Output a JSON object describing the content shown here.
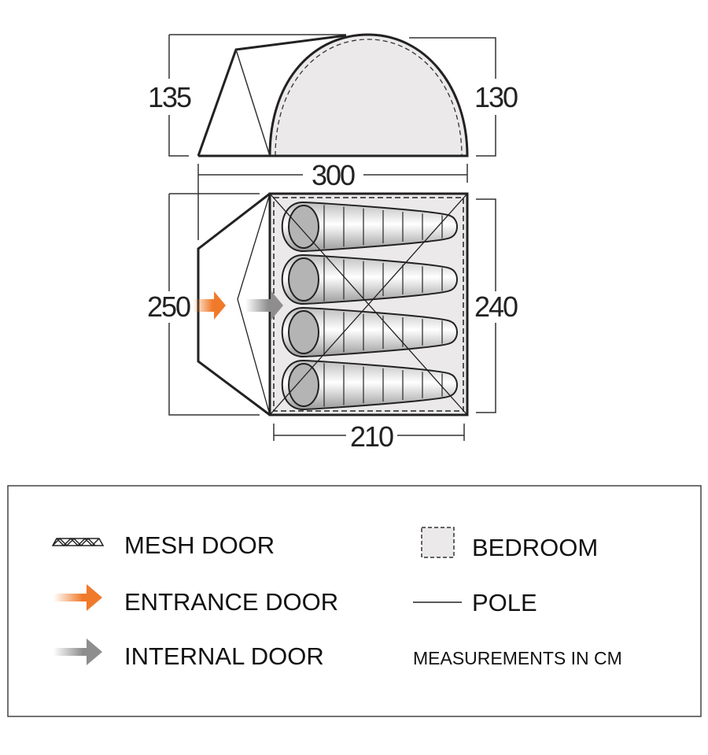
{
  "dimensions": {
    "side_front_height": "135",
    "side_rear_height": "130",
    "total_length": "300",
    "porch_width": "250",
    "bedroom_width": "240",
    "bedroom_length": "210"
  },
  "legend": {
    "mesh_door": "MESH DOOR",
    "entrance_door": "ENTRANCE DOOR",
    "internal_door": "INTERNAL DOOR",
    "bedroom": "BEDROOM",
    "pole": "POLE",
    "units_note": "MEASUREMENTS IN CM"
  },
  "colors": {
    "entrance": "#f07a2a",
    "internal": "#8e8e8e",
    "bedroom_fill": "#ebe9e9"
  },
  "sleeping_bags": 4
}
